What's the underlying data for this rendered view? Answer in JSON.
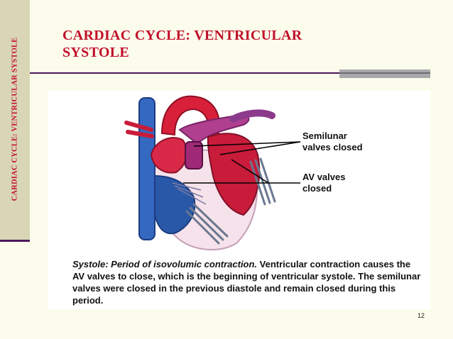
{
  "slide": {
    "side_title": "CARDIAC CYCLE: VENTRICULAR SYSTOLE",
    "title_line1": "CARDIAC CYCLE: VENTRICULAR",
    "title_line2": "SYSTOLE",
    "page_number": "12"
  },
  "figure": {
    "callout_semilunar_line1": "Semilunar",
    "callout_semilunar_line2": "valves closed",
    "callout_av_line1": "AV valves",
    "callout_av_line2": "closed",
    "caption_lead": "Systole: Period of isovolumic contraction.",
    "caption_body": " Ventricular contraction causes the AV valves to close, which is the beginning of ventricular systole. The semilunar valves were closed in the previous diastole and remain closed during this period."
  },
  "colors": {
    "title_red": "#c0102a",
    "rule_purple": "#4a1a5a",
    "side_band": "#d9d6b6",
    "background": "#fcfcec"
  }
}
